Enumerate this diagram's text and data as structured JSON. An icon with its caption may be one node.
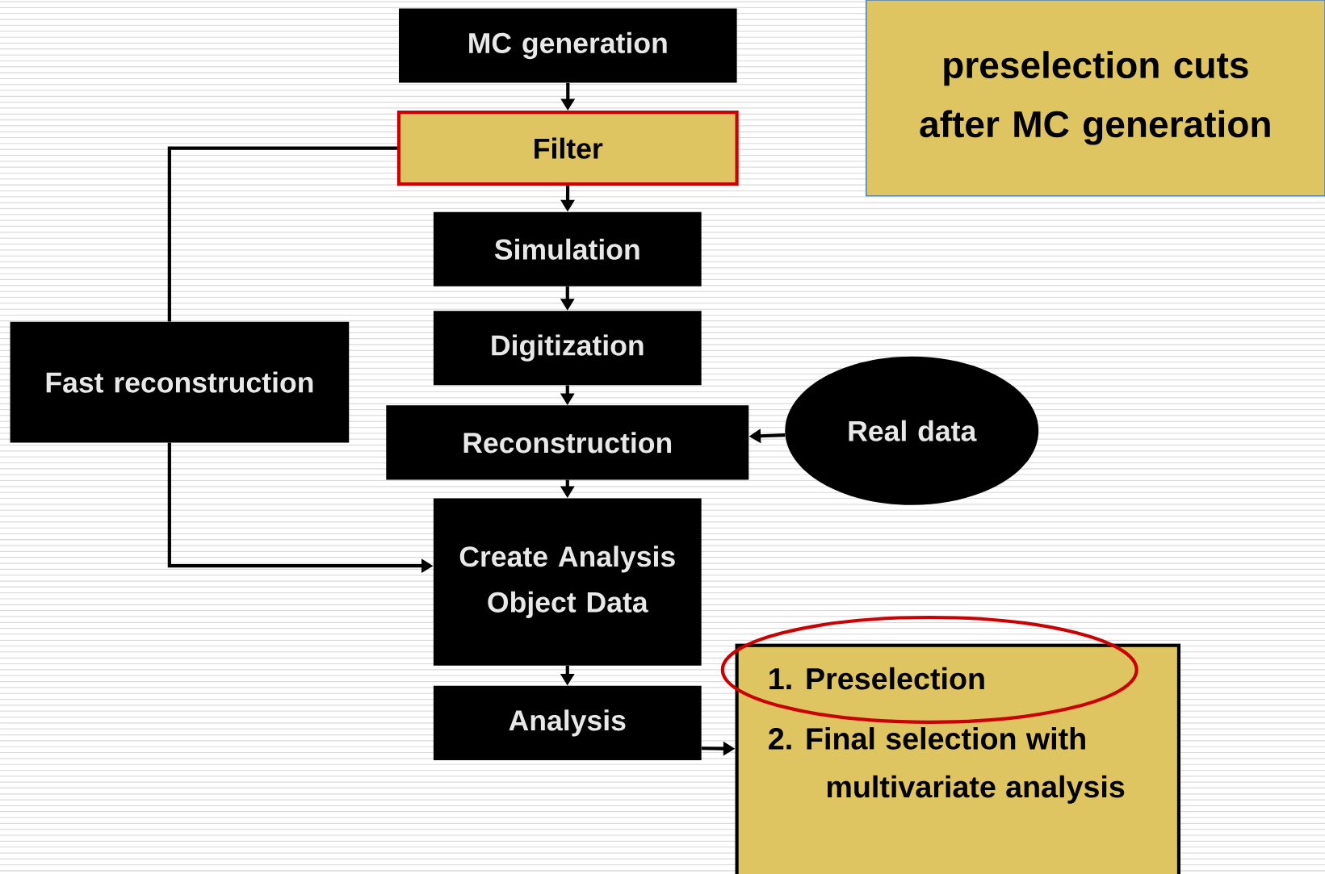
{
  "diagram": {
    "nodes": [
      {
        "text": [
          "MC generation"
        ]
      },
      {
        "text": [
          "Filter"
        ]
      },
      {
        "text": [
          "Simulation"
        ]
      },
      {
        "text": [
          "Digitization"
        ]
      },
      {
        "text": [
          "Fast reconstruction"
        ]
      },
      {
        "text": [
          "Reconstruction"
        ]
      },
      {
        "text": [
          "Real data"
        ]
      },
      {
        "text": [
          "Create Analysis Object Data"
        ]
      },
      {
        "text": [
          "Analysis"
        ]
      },
      {
        "text": [
          "1. Preselection",
          "2. Final selection with multivariate analysis"
        ]
      },
      {
        "text": [
          "preselection cuts after MC generation"
        ]
      }
    ],
    "edges": [
      {
        "from": 0,
        "to": 1,
        "arrow": "to"
      },
      {
        "from": 1,
        "to": 2,
        "arrow": "to"
      },
      {
        "from": 2,
        "to": 3,
        "arrow": "to"
      },
      {
        "from": 3,
        "to": 5,
        "arrow": "to"
      },
      {
        "from": 1,
        "to": 4,
        "arrow": "none"
      },
      {
        "from": 6,
        "to": 5,
        "arrow": "to"
      },
      {
        "from": 5,
        "to": 7,
        "arrow": "to"
      },
      {
        "from": 4,
        "to": 7,
        "arrow": "to"
      },
      {
        "from": 7,
        "to": 8,
        "arrow": "to"
      },
      {
        "from": 8,
        "to": 9,
        "arrow": "to"
      }
    ]
  }
}
